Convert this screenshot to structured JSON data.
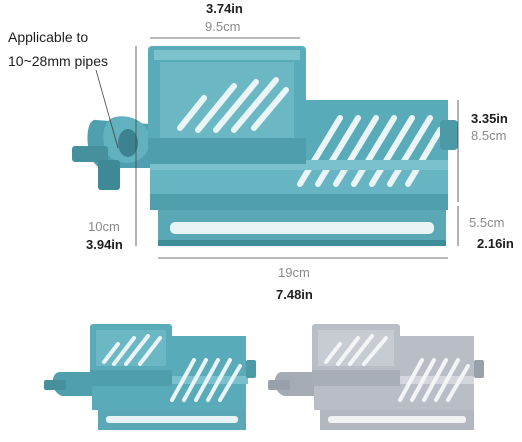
{
  "annotations": {
    "pipe_note_line1": "Applicable to",
    "pipe_note_line2": "10~28mm pipes",
    "upper_width_in": "3.74in",
    "upper_width_cm": "9.5cm",
    "height_in": "3.35in",
    "height_cm": "8.5cm",
    "base_height_cm": "5.5cm",
    "base_height_in": "2.16in",
    "left_height_cm": "10cm",
    "left_height_in": "3.94in",
    "length_cm": "19cm",
    "length_in": "7.48in"
  },
  "colors": {
    "teal": "#58a9b8",
    "teal_dark": "#3f8f9e",
    "teal_light": "#7cc0cc",
    "gray": "#b9bec6",
    "gray_dark": "#9aa0a9",
    "gray_light": "#d3d7dd",
    "dimension_line": "#444444"
  },
  "icons": [
    "pipe-clamp-icon",
    "soap-rack-icon"
  ]
}
